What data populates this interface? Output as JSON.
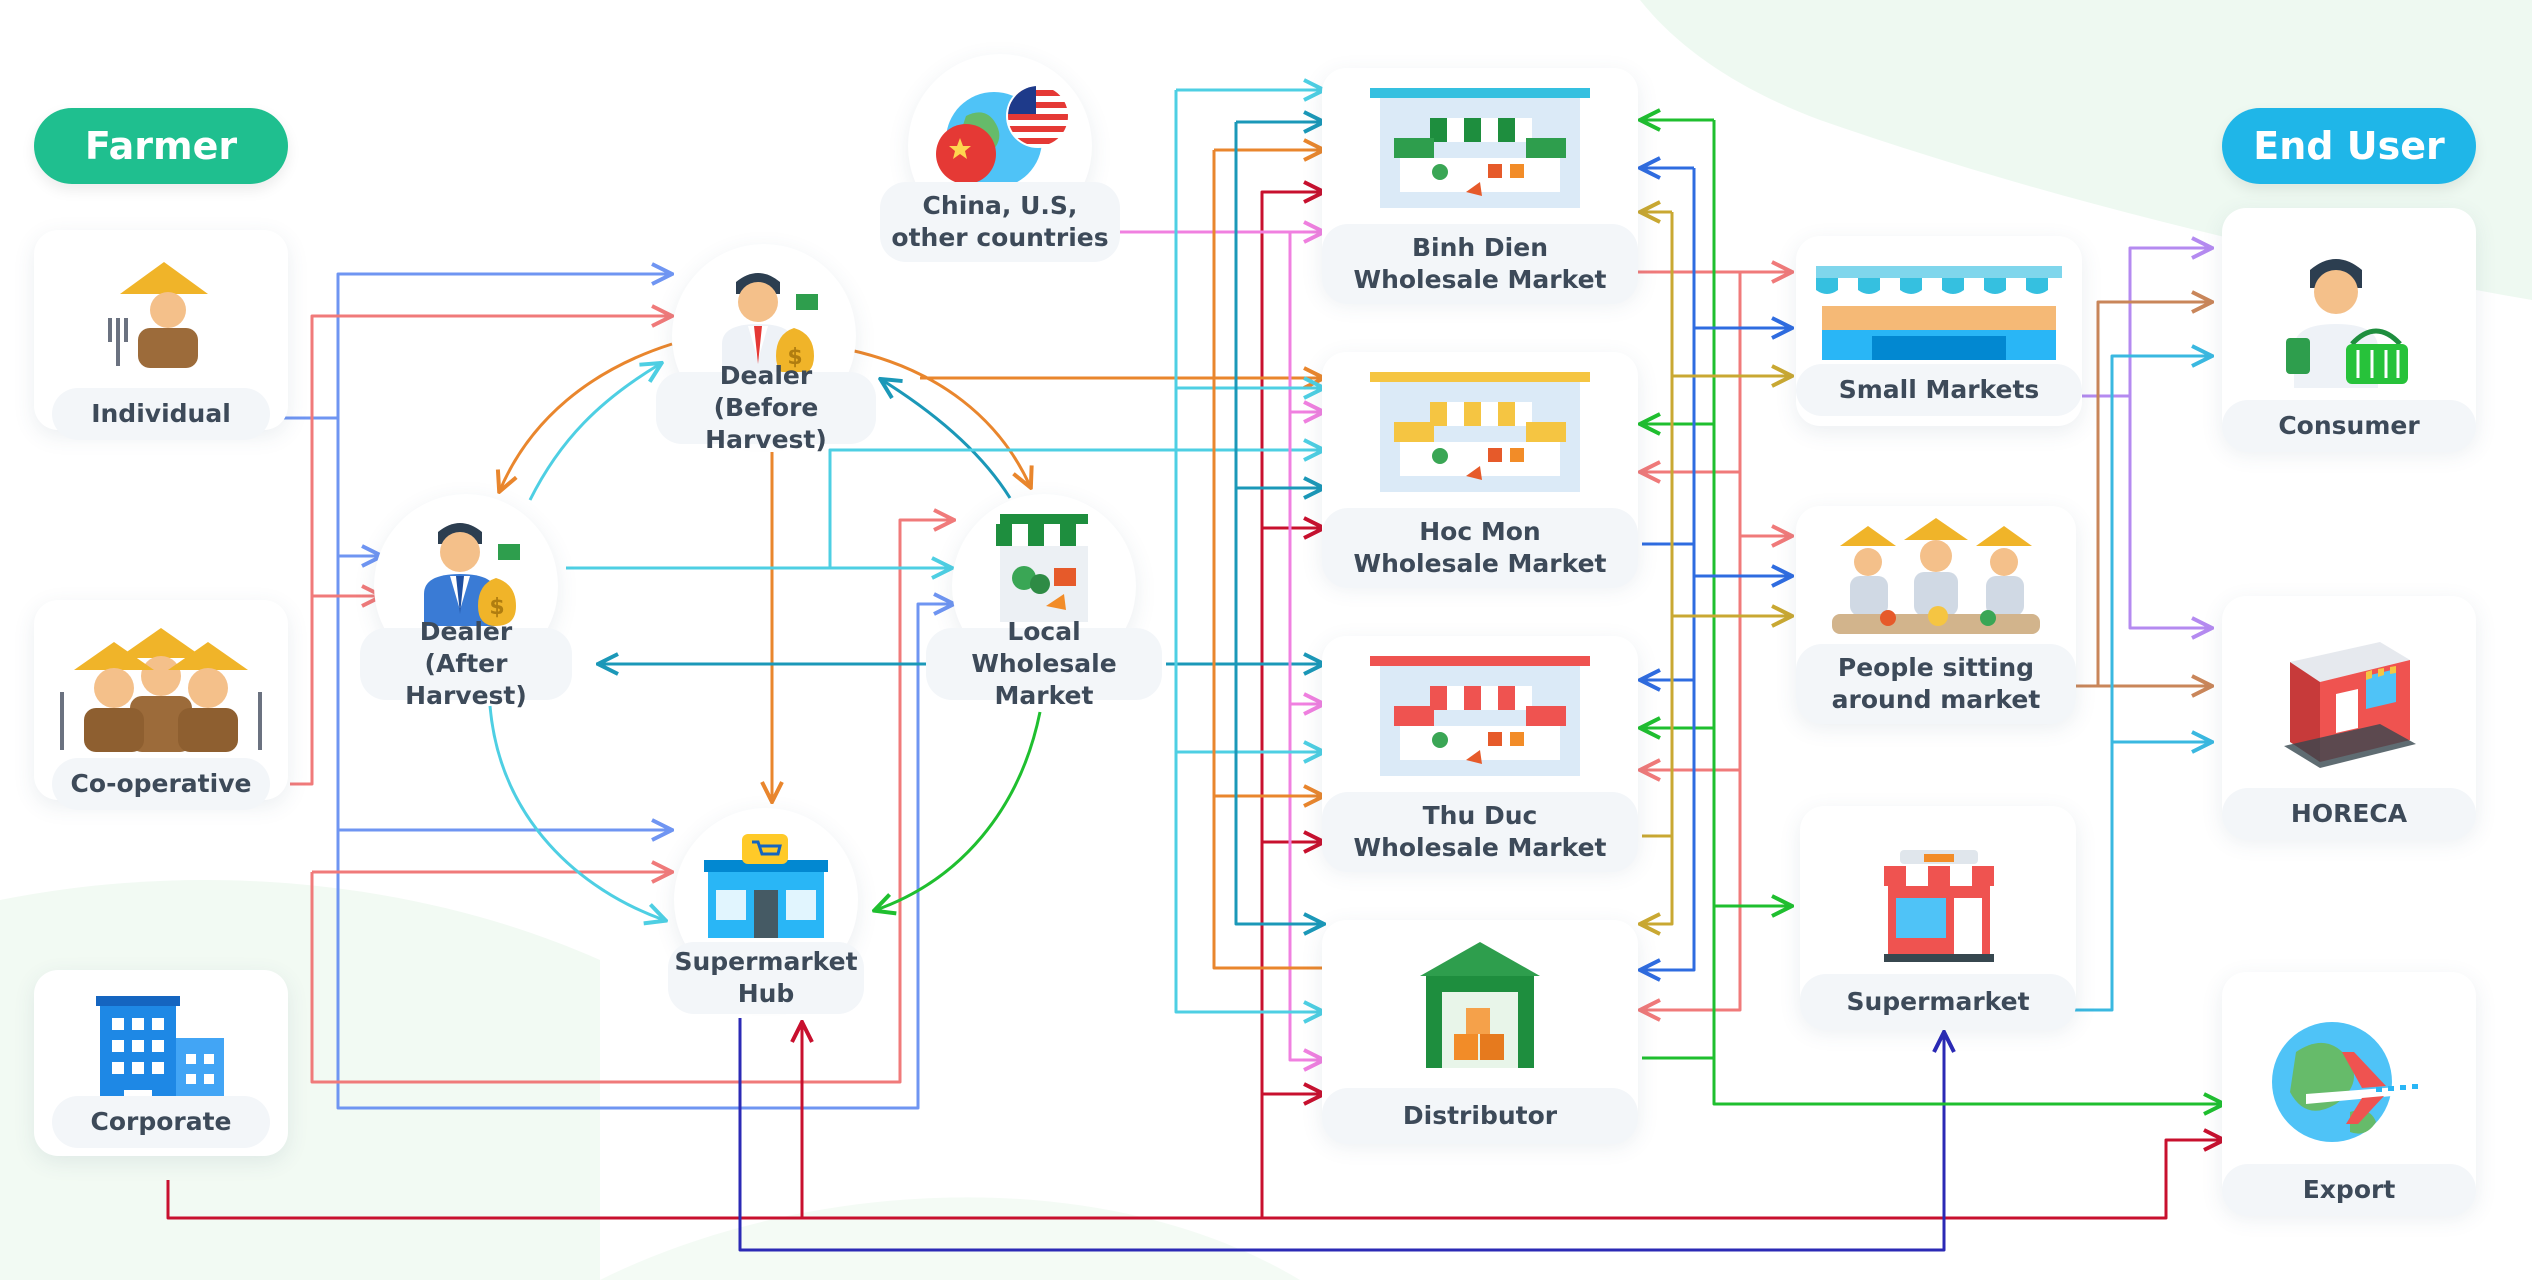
{
  "header": {
    "farmer": "Farmer",
    "end_user": "End User"
  },
  "farmers": {
    "individual": "Individual",
    "cooperative": "Co-operative",
    "corporate": "Corporate"
  },
  "intermediaries": {
    "dealer_before": [
      "Dealer",
      "(Before Harvest)"
    ],
    "dealer_after": [
      "Dealer",
      "(After Harvest)"
    ],
    "local_wholesale": [
      "Local Wholesale",
      "Market"
    ],
    "supermarket_hub": [
      "Supermarket",
      "Hub"
    ],
    "imports": [
      "China, U.S,",
      "other countries"
    ]
  },
  "wholesale": {
    "binh_dien": [
      "Binh Dien",
      "Wholesale Market"
    ],
    "hoc_mon": [
      "Hoc Mon",
      "Wholesale Market"
    ],
    "thu_duc": [
      "Thu Duc",
      "Wholesale Market"
    ],
    "distributor": "Distributor"
  },
  "retail": {
    "small_markets": "Small Markets",
    "people_sitting": [
      "People sitting",
      "around market"
    ],
    "supermarket": "Supermarket"
  },
  "end_users": {
    "consumer": "Consumer",
    "horeca": "HORECA",
    "export": "Export"
  },
  "colors": {
    "farmer_pill": "#1fbf8f",
    "end_user_pill": "#1fb6e8",
    "blue": "#6f95f2",
    "salmon": "#f07a7a",
    "orange": "#e9862d",
    "cyan": "#4ecfe3",
    "teal": "#1b98b8",
    "crimson": "#c8102e",
    "green": "#1fbf2f",
    "olive": "#c9a832",
    "royal": "#2f6ce0",
    "navy": "#2b2ab5",
    "pink": "#f080e0",
    "lavender": "#b48af0",
    "brown": "#c9865a",
    "sky": "#3ab8e0",
    "lime": "#27c23a"
  }
}
